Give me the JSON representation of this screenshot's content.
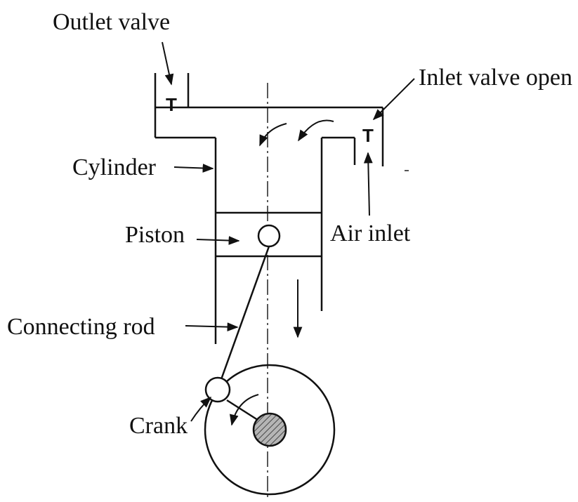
{
  "labels": {
    "outlet_valve": "Outlet valve",
    "inlet_valve_open": "Inlet valve open",
    "cylinder": "Cylinder",
    "piston": "Piston",
    "air_inlet": "Air inlet",
    "connecting_rod": "Connecting rod",
    "crank": "Crank"
  },
  "valve_symbol": "T",
  "colors": {
    "line": "#111111",
    "crank_hub_fill": "#9a9a9a",
    "background": "#ffffff"
  }
}
